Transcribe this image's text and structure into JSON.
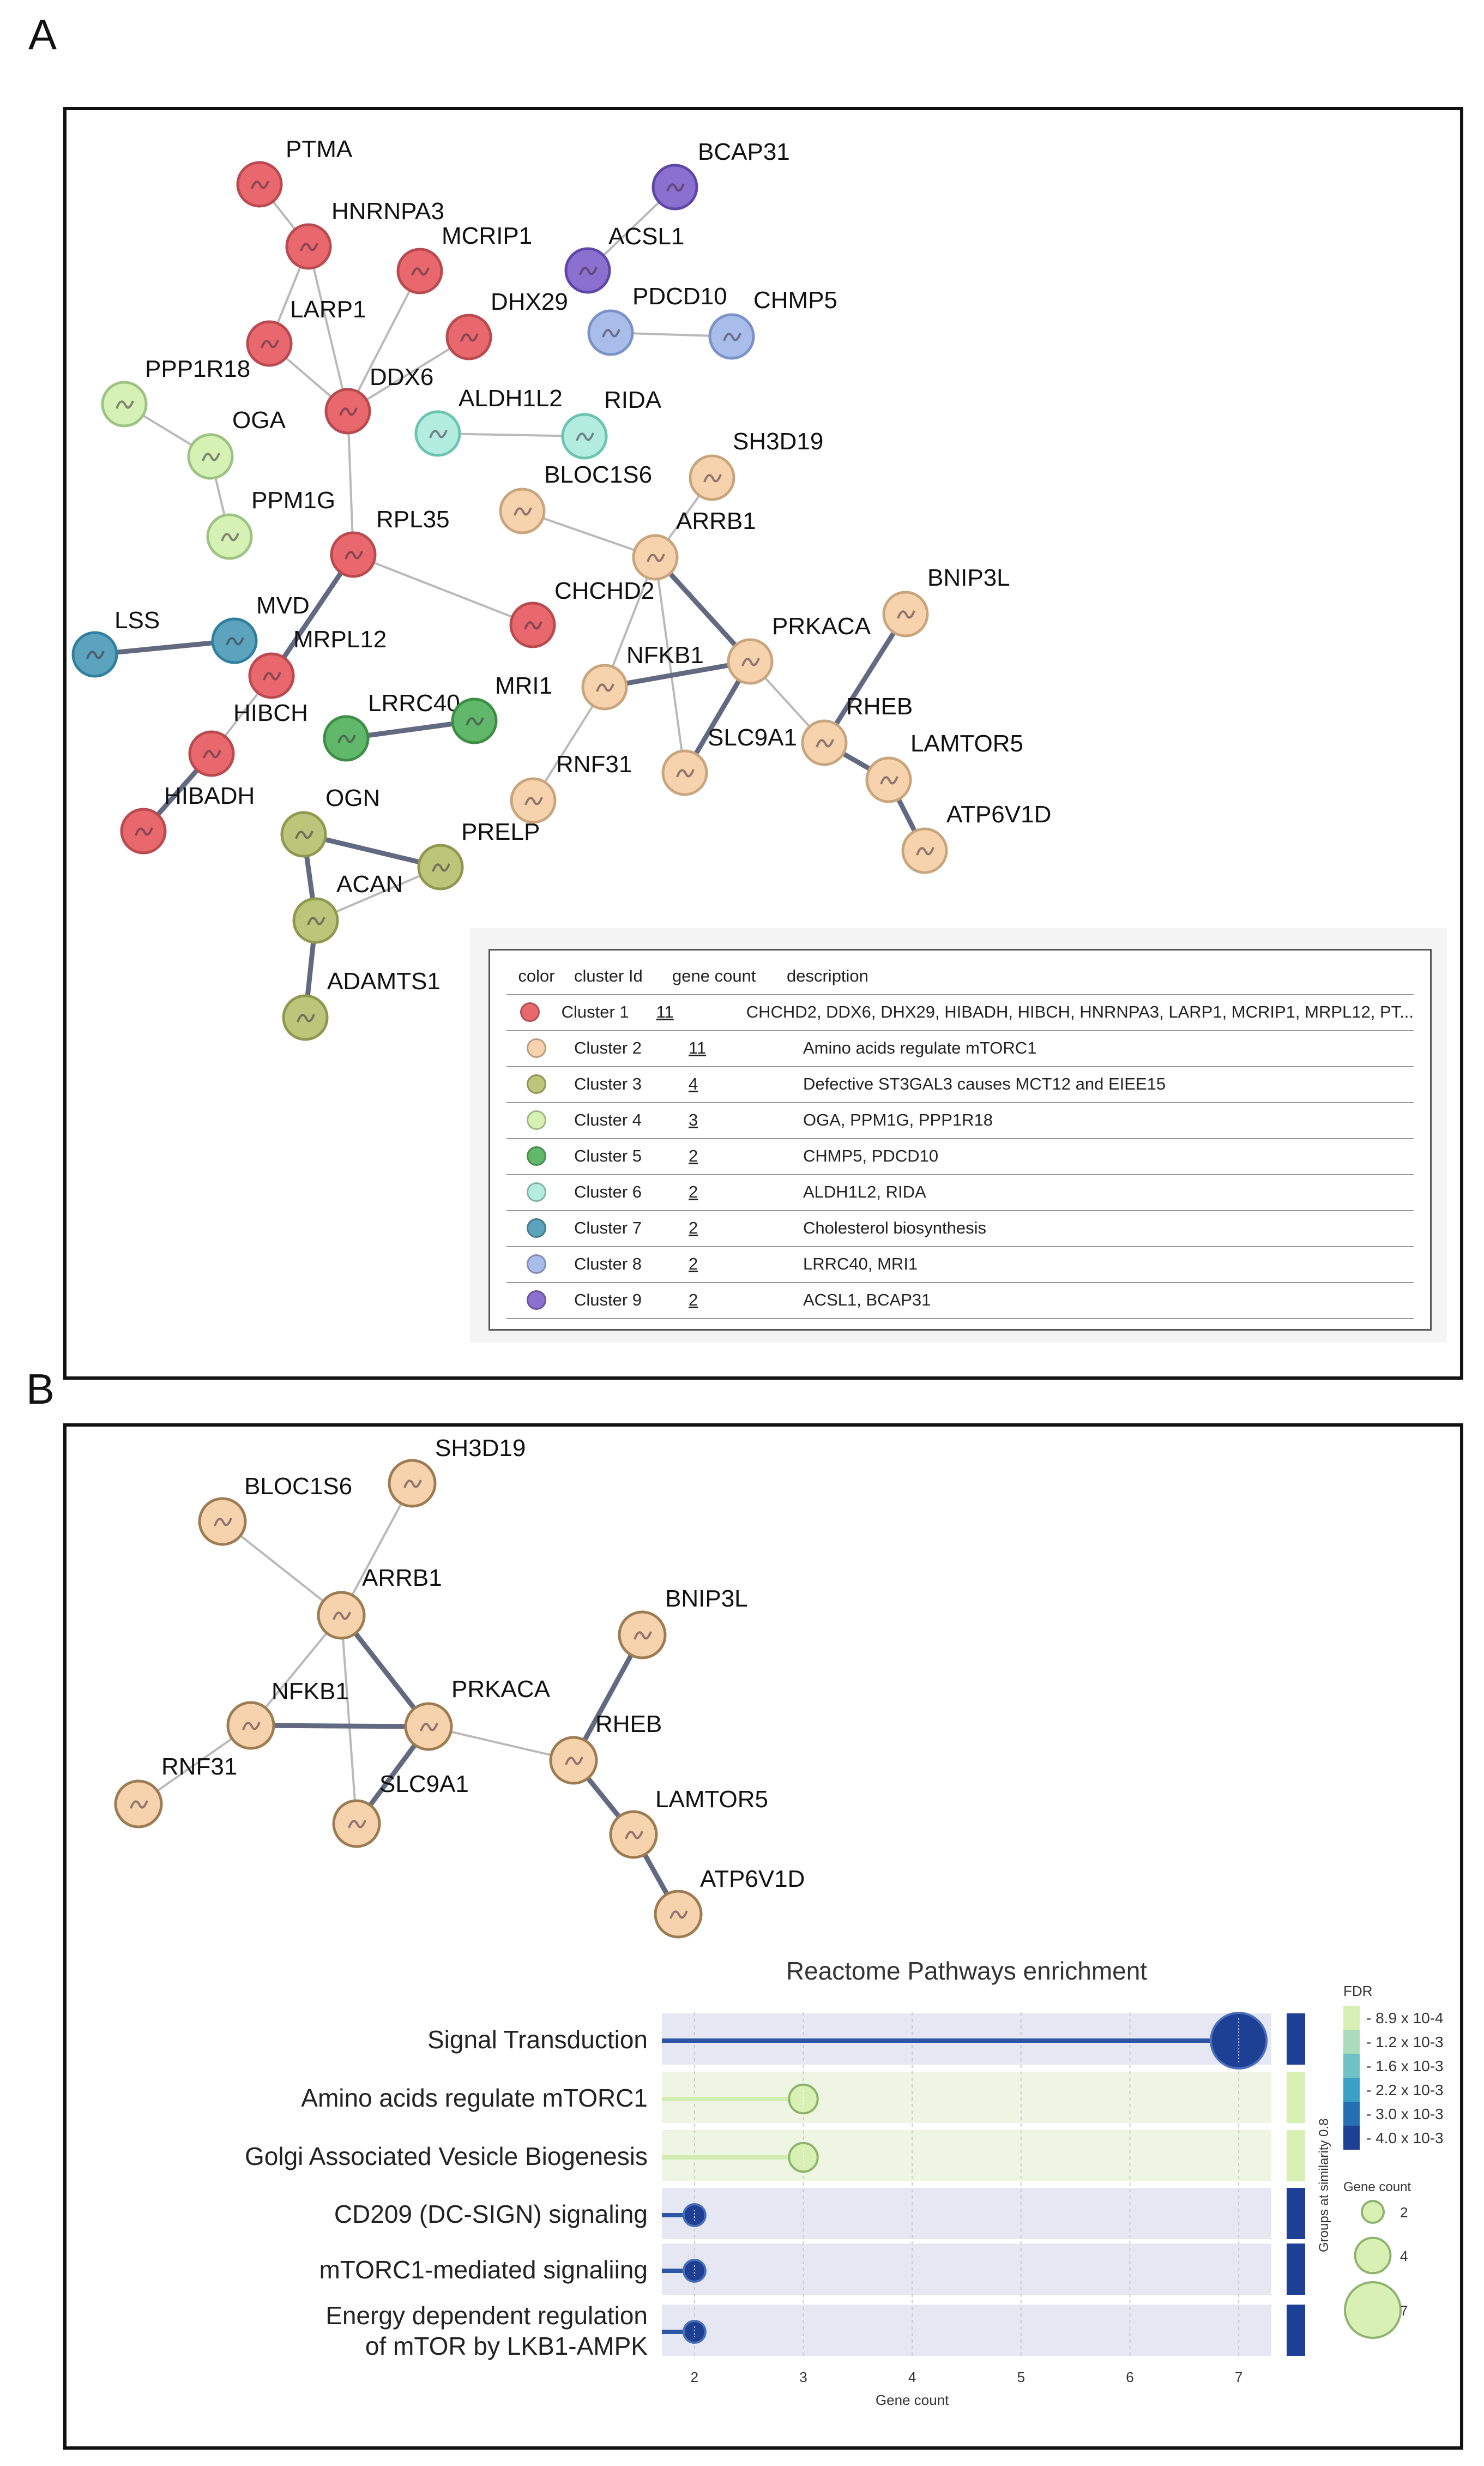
{
  "panel_a": {
    "letter": "A",
    "nodes": [
      {
        "label": "PTMA",
        "cluster": 1
      },
      {
        "label": "HNRNPA3",
        "cluster": 1
      },
      {
        "label": "MCRIP1",
        "cluster": 1
      },
      {
        "label": "LARP1",
        "cluster": 1
      },
      {
        "label": "DHX29",
        "cluster": 1
      },
      {
        "label": "DDX6",
        "cluster": 1
      },
      {
        "label": "RPL35",
        "cluster": 1
      },
      {
        "label": "CHCHD2",
        "cluster": 1
      },
      {
        "label": "MRPL12",
        "cluster": 1
      },
      {
        "label": "HIBCH",
        "cluster": 1
      },
      {
        "label": "HIBADH",
        "cluster": 1
      },
      {
        "label": "BCAP31",
        "cluster": 9
      },
      {
        "label": "ACSL1",
        "cluster": 9
      },
      {
        "label": "PDCD10",
        "cluster": 8
      },
      {
        "label": "CHMP5",
        "cluster": 8
      },
      {
        "label": "PPP1R18",
        "cluster": 4
      },
      {
        "label": "OGA",
        "cluster": 4
      },
      {
        "label": "PPM1G",
        "cluster": 4
      },
      {
        "label": "ALDH1L2",
        "cluster": 6
      },
      {
        "label": "RIDA",
        "cluster": 6
      },
      {
        "label": "SH3D19",
        "cluster": 2
      },
      {
        "label": "BLOC1S6",
        "cluster": 2
      },
      {
        "label": "ARRB1",
        "cluster": 2
      },
      {
        "label": "BNIP3L",
        "cluster": 2
      },
      {
        "label": "PRKACA",
        "cluster": 2
      },
      {
        "label": "NFKB1",
        "cluster": 2
      },
      {
        "label": "RHEB",
        "cluster": 2
      },
      {
        "label": "SLC9A1",
        "cluster": 2
      },
      {
        "label": "LAMTOR5",
        "cluster": 2
      },
      {
        "label": "RNF31",
        "cluster": 2
      },
      {
        "label": "ATP6V1D",
        "cluster": 2
      },
      {
        "label": "LSS",
        "cluster": 7
      },
      {
        "label": "MVD",
        "cluster": 7
      },
      {
        "label": "LRRC40",
        "cluster": 5
      },
      {
        "label": "MRI1",
        "cluster": 5
      },
      {
        "label": "OGN",
        "cluster": 3
      },
      {
        "label": "PRELP",
        "cluster": 3
      },
      {
        "label": "ACAN",
        "cluster": 3
      },
      {
        "label": "ADAMTS1",
        "cluster": 3
      }
    ],
    "table": {
      "headers": {
        "color": "color",
        "cluster_id": "cluster Id",
        "gene_count": "gene count",
        "description": "description"
      },
      "rows": [
        {
          "color": "#e8686e",
          "cluster_id": "Cluster 1",
          "gene_count": "11",
          "description": "CHCHD2, DDX6, DHX29, HIBADH, HIBCH, HNRNPA3, LARP1, MCRIP1, MRPL12, PT..."
        },
        {
          "color": "#f6d2ad",
          "cluster_id": "Cluster 2",
          "gene_count": "11",
          "description": "Amino acids regulate mTORC1"
        },
        {
          "color": "#bcc67a",
          "cluster_id": "Cluster 3",
          "gene_count": "4",
          "description": "Defective ST3GAL3 causes MCT12 and EIEE15"
        },
        {
          "color": "#d5f2b4",
          "cluster_id": "Cluster 4",
          "gene_count": "3",
          "description": "OGA, PPM1G, PPP1R18"
        },
        {
          "color": "#62b86a",
          "cluster_id": "Cluster 5",
          "gene_count": "2",
          "description": "CHMP5, PDCD10"
        },
        {
          "color": "#b2eddf",
          "cluster_id": "Cluster 6",
          "gene_count": "2",
          "description": "ALDH1L2, RIDA"
        },
        {
          "color": "#5ca3bd",
          "cluster_id": "Cluster 7",
          "gene_count": "2",
          "description": "Cholesterol biosynthesis"
        },
        {
          "color": "#a9bdeb",
          "cluster_id": "Cluster 8",
          "gene_count": "2",
          "description": "LRRC40, MRI1"
        },
        {
          "color": "#8c70cf",
          "cluster_id": "Cluster 9",
          "gene_count": "2",
          "description": "ACSL1, BCAP31"
        }
      ]
    }
  },
  "panel_b": {
    "letter": "B",
    "nodes": [
      {
        "label": "SH3D19"
      },
      {
        "label": "BLOC1S6"
      },
      {
        "label": "ARRB1"
      },
      {
        "label": "BNIP3L"
      },
      {
        "label": "NFKB1"
      },
      {
        "label": "PRKACA"
      },
      {
        "label": "RHEB"
      },
      {
        "label": "RNF31"
      },
      {
        "label": "SLC9A1"
      },
      {
        "label": "LAMTOR5"
      },
      {
        "label": "ATP6V1D"
      }
    ]
  },
  "chart_data": {
    "type": "scatter",
    "title": "Reactome Pathways enrichment",
    "xlabel": "Gene count",
    "ylabel": "",
    "xlim": [
      1.7,
      7.3
    ],
    "x_ticks": [
      "2",
      "3",
      "4",
      "5",
      "6",
      "7"
    ],
    "categories": [
      "Signal Transduction",
      "Amino acids regulate mTORC1",
      "Golgi Associated Vesicle Biogenesis",
      "CD209 (DC-SIGN) signaling",
      "mTORC1-mediated signaliing",
      "Energy dependent regulation\nof mTOR by LKB1-AMPK"
    ],
    "gene_count": [
      7,
      3,
      3,
      2,
      2,
      2
    ],
    "fdr_level": [
      4.0,
      0.89,
      0.89,
      4.0,
      4.0,
      4.0
    ],
    "colors": [
      "#1d3f94",
      "#d8f0b3",
      "#d8f0b3",
      "#1d3f94",
      "#1d3f94",
      "#1d3f94"
    ],
    "group_colors": [
      "#1d3f94",
      "#d8f0b3",
      "#d8f0b3",
      "#1d3f94",
      "#1d3f94",
      "#1d3f94"
    ],
    "group_axis_label": "Groups at similarity 0.8",
    "fdr_legend": {
      "title": "FDR",
      "entries": [
        "8.9 x 10-4",
        "1.2 x 10-3",
        "1.6 x 10-3",
        "2.2 x 10-3",
        "3.0 x 10-3",
        "4.0 x 10-3"
      ],
      "colors": [
        "#d8f0b3",
        "#a8dcbb",
        "#6ec2c6",
        "#3aa0c8",
        "#2470b3",
        "#1d3f94"
      ]
    },
    "size_legend": {
      "title": "Gene count",
      "entries": [
        "2",
        "4",
        "7"
      ]
    },
    "grid": true
  }
}
